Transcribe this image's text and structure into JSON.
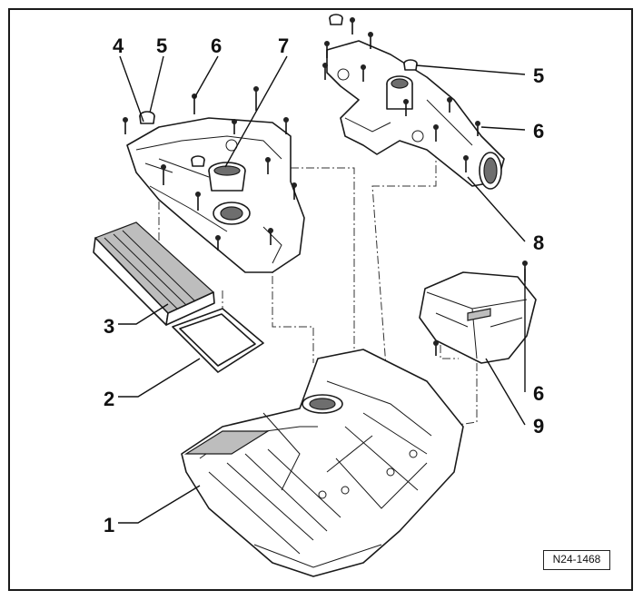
{
  "figure": {
    "reference_code": "N24-1468"
  },
  "callouts": [
    {
      "id": "c1",
      "label": "1"
    },
    {
      "id": "c2",
      "label": "2"
    },
    {
      "id": "c3",
      "label": "3"
    },
    {
      "id": "c4",
      "label": "4"
    },
    {
      "id": "c5a",
      "label": "5"
    },
    {
      "id": "c6a",
      "label": "6"
    },
    {
      "id": "c7",
      "label": "7"
    },
    {
      "id": "c5b",
      "label": "5"
    },
    {
      "id": "c6b",
      "label": "6"
    },
    {
      "id": "c8",
      "label": "8"
    },
    {
      "id": "c6c",
      "label": "6"
    },
    {
      "id": "c9",
      "label": "9"
    }
  ],
  "colors": {
    "line": "#1a1a1a",
    "filter_shading": "#bdbdbd",
    "background": "#ffffff"
  }
}
